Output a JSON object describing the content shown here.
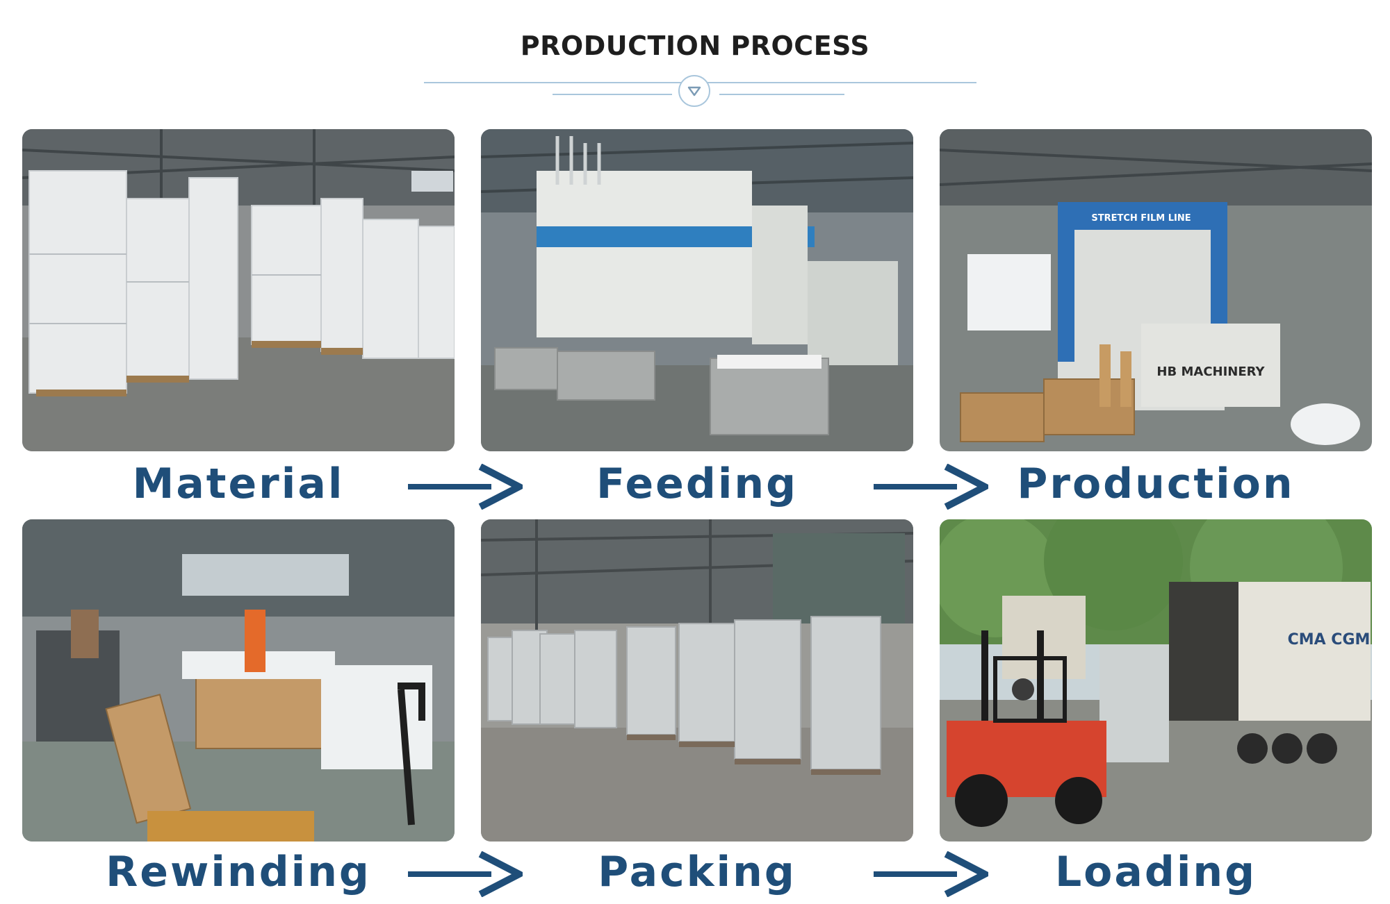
{
  "header": {
    "title": "PRODUCTION PROCESS"
  },
  "steps": [
    {
      "label": "Material"
    },
    {
      "label": "Feeding"
    },
    {
      "label": "Production",
      "machine_banner": "STRETCH FILM LINE",
      "machine_brand": "HB MACHINERY"
    },
    {
      "label": "Rewinding"
    },
    {
      "label": "Packing"
    },
    {
      "label": "Loading",
      "container_brand": "CMA CGM"
    }
  ],
  "colors": {
    "caption": "#1f4e79",
    "arrow": "#1f4e79",
    "rule": "#a9c6dc",
    "title": "#1e1e1e"
  },
  "icons": [
    "chevron-down-icon",
    "arrow-right-icon"
  ]
}
